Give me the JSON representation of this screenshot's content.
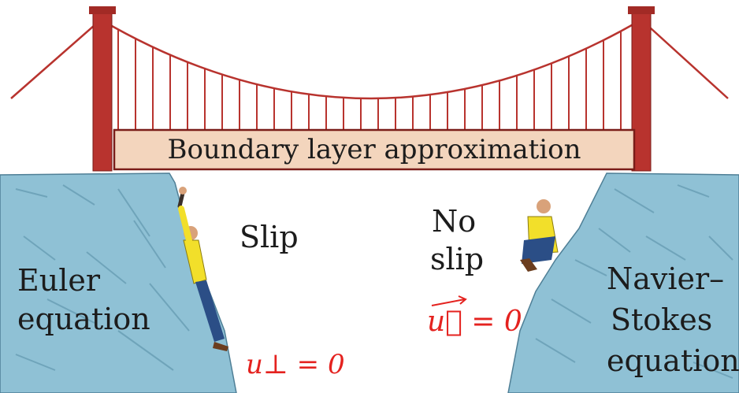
{
  "bridge": {
    "deck_label": "Boundary layer approximation",
    "color_tower": "#b8332e",
    "color_deck": "#f3d5bd",
    "color_cable": "#b8332e"
  },
  "left_cliff": {
    "label_line1": "Euler",
    "label_line2": "equation",
    "color_rock": "#8fc1d5"
  },
  "right_cliff": {
    "label_line1": "Navier–",
    "label_line2": "Stokes",
    "label_line3": "equation",
    "color_rock": "#8fc1d5"
  },
  "gap": {
    "slip_label": "Slip",
    "no_slip_line1": "No",
    "no_slip_line2": "slip"
  },
  "annotations": {
    "right_note": "u⃗ = 0",
    "left_note": "u⊥ = 0",
    "color_ink": "#e4221f"
  }
}
